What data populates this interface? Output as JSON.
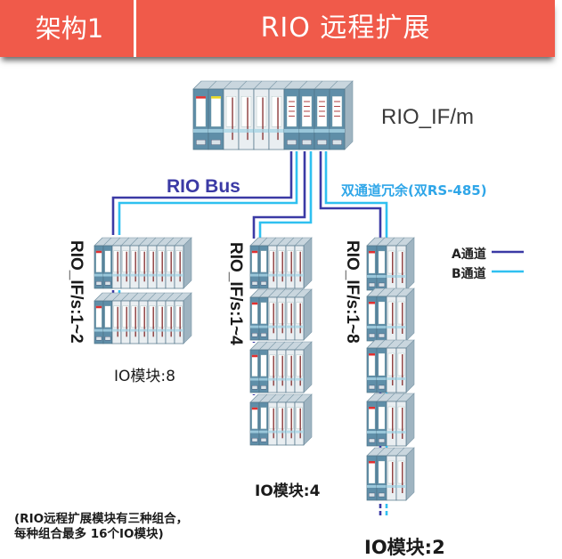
{
  "header": {
    "left_label": "架构1",
    "title": "RIO 远程扩展"
  },
  "colors": {
    "header_bg": "#f05a4a",
    "channel_a": "#3b3aa5",
    "channel_b": "#2fc0f0",
    "module_body": "#5f8ea8",
    "module_top": "#c9d6de"
  },
  "master": {
    "label": "RIO_IF/m",
    "module_count": 10
  },
  "bus": {
    "label": "RIO Bus",
    "redundancy_label": "双通道冗余(双RS-485)"
  },
  "legend": {
    "items": [
      {
        "label": "A通道",
        "color": "#3b3aa5"
      },
      {
        "label": "B通道",
        "color": "#2fc0f0"
      }
    ]
  },
  "branches": [
    {
      "slave_label": "RIO_IF/s:1~2",
      "io_label": "IO模块:8",
      "racks": 2,
      "slots_per_rack": 10
    },
    {
      "slave_label": "RIO_IF/s:1~4",
      "io_label": "IO模块:4",
      "racks": 4,
      "slots_per_rack": 6
    },
    {
      "slave_label": "RIO_IF/s:1~8",
      "io_label": "IO模块:2",
      "racks": 5,
      "slots_per_rack": 4,
      "continues": true
    }
  ],
  "note": "(RIO远程扩展模块有三种组合，\n每种组合最多 16个IO模块)"
}
